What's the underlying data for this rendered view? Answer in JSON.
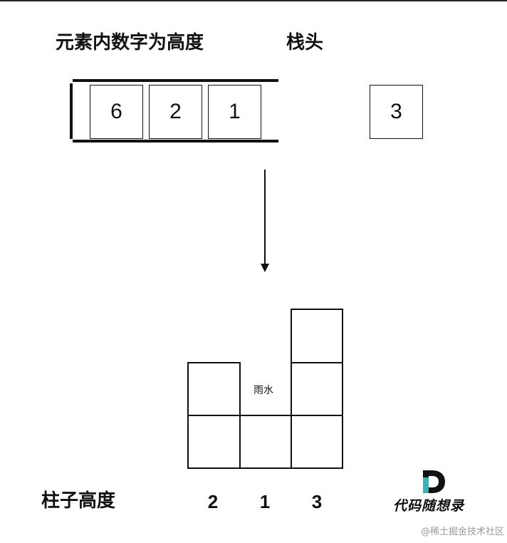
{
  "diagram": {
    "stack_title": "元素内数字为高度",
    "stack_head_label": "栈头",
    "stack_elements": [
      "6",
      "2",
      "1"
    ],
    "incoming_element": "3",
    "rain_label": "雨水",
    "columns_label": "柱子高度",
    "column_heights": [
      "2",
      "1",
      "3"
    ]
  },
  "branding": {
    "logo_text": "代码随想录",
    "watermark": "@稀土掘金技术社区",
    "logo_colors": {
      "mark": "#111111",
      "accent": "#3fb2b5"
    }
  }
}
